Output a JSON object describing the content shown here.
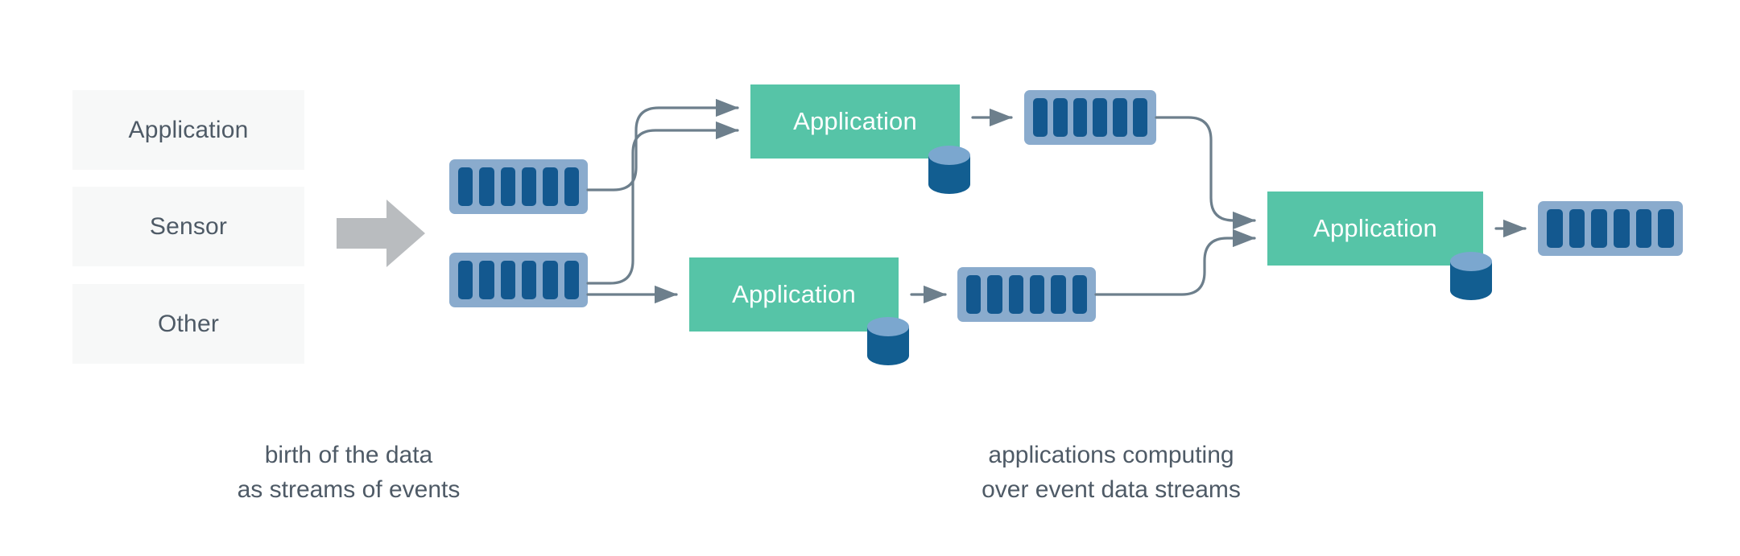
{
  "colors": {
    "background": "#ffffff",
    "source_box_fill": "#f7f8f8",
    "source_text": "#4e5a66",
    "app_fill": "#56c4a7",
    "app_text": "#ffffff",
    "stream_shell": "#8aabcd",
    "stream_bar": "#13588f",
    "cylinder_body": "#125e91",
    "cylinder_top": "#7ba7cf",
    "connector": "#6d7f8c",
    "big_arrow": "#b9bcbf",
    "caption_text": "#4e5a66"
  },
  "sources": {
    "items": [
      {
        "label": "Application"
      },
      {
        "label": "Sensor"
      },
      {
        "label": "Other"
      }
    ]
  },
  "ingest_arrow": {
    "icon": "right-arrow-icon"
  },
  "streams": [
    {
      "id": "stream-source-top",
      "bars": 6
    },
    {
      "id": "stream-source-bottom",
      "bars": 6
    },
    {
      "id": "stream-app-top-out",
      "bars": 6
    },
    {
      "id": "stream-app-bottom-out",
      "bars": 6
    },
    {
      "id": "stream-final-out",
      "bars": 6
    }
  ],
  "applications": [
    {
      "id": "app-top",
      "label": "Application",
      "has_database": true
    },
    {
      "id": "app-bottom",
      "label": "Application",
      "has_database": true
    },
    {
      "id": "app-final",
      "label": "Application",
      "has_database": true
    }
  ],
  "captions": {
    "left": {
      "line1": "birth of the data",
      "line2": "as streams of events"
    },
    "right": {
      "line1": "applications computing",
      "line2": "over event data streams"
    }
  }
}
